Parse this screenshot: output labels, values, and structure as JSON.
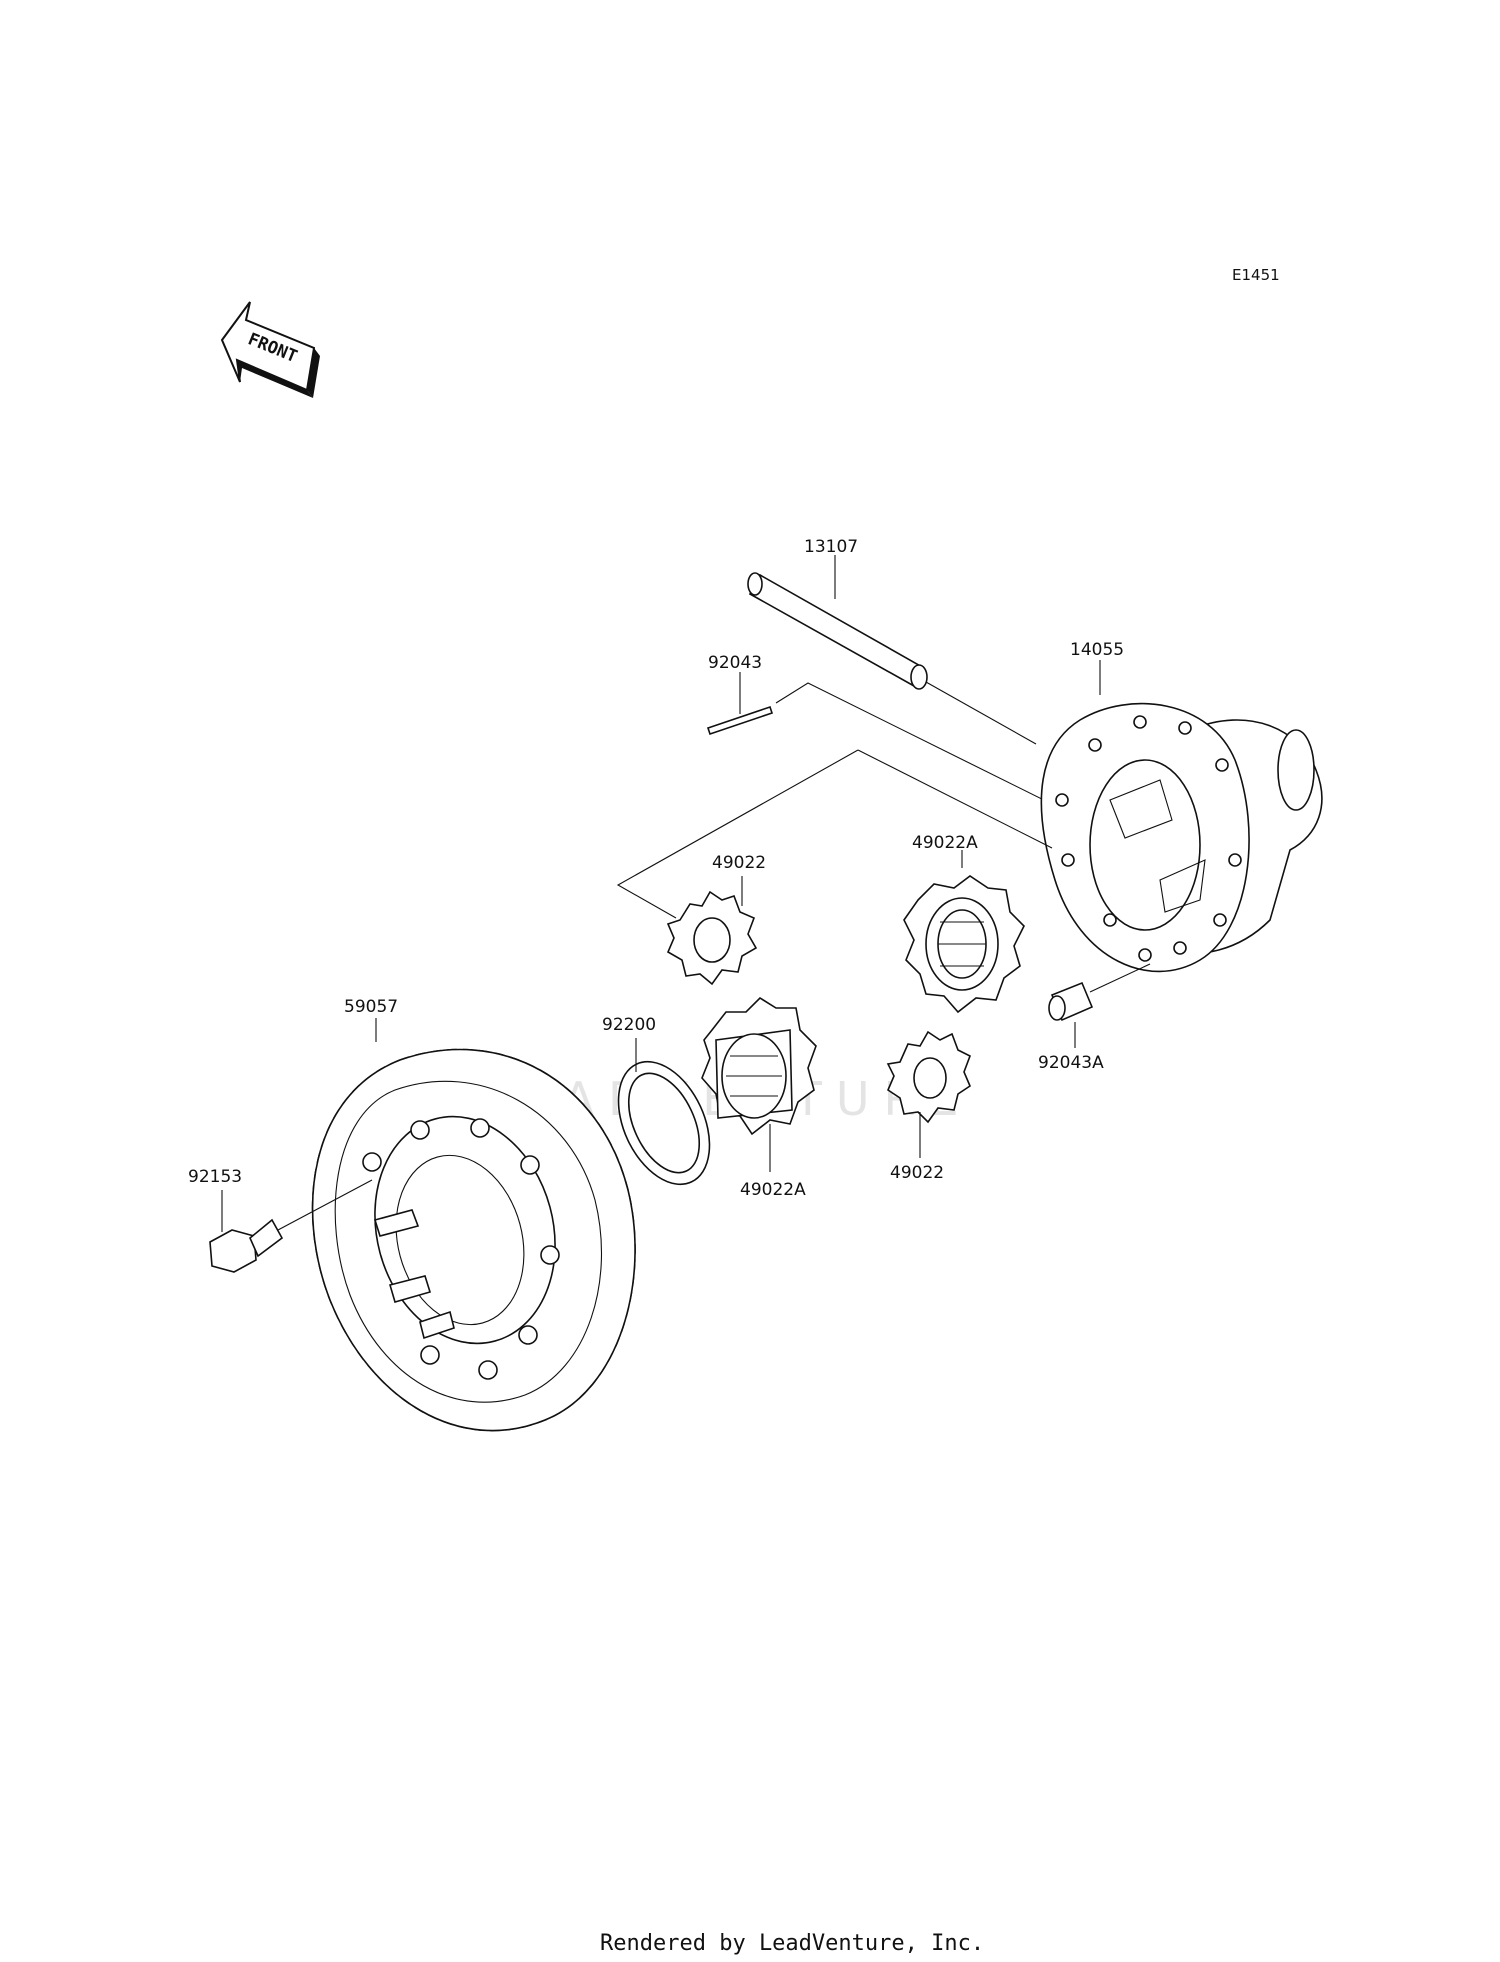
{
  "diagram_code": "E1451",
  "front_label": "FRONT",
  "watermark_text": "LEADVENTURE",
  "footer": "Rendered by LeadVenture, Inc.",
  "parts": {
    "shaft": "13107",
    "case": "14055",
    "pin": "92043",
    "pin_a": "92043A",
    "pinion_upper": "49022",
    "pinion_lower": "49022",
    "side_gear_upper": "49022A",
    "side_gear_lower": "49022A",
    "washer": "92200",
    "ring_gear": "59057",
    "bolt": "92153"
  }
}
